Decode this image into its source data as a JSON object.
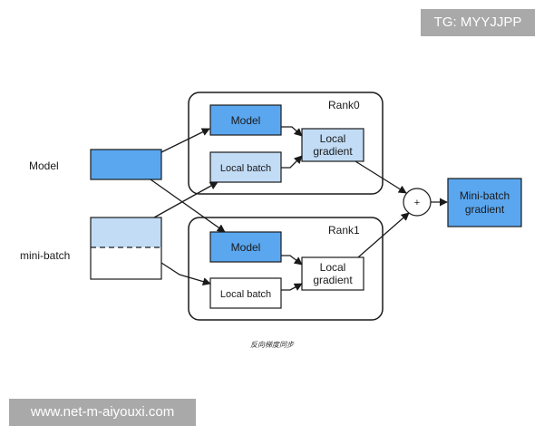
{
  "watermarks": {
    "top_right": "TG: MYYJJPP",
    "bottom_left": "www.net-m-aiyouxi.com"
  },
  "labels": {
    "model": "Model",
    "mini_batch": "mini-batch"
  },
  "rank0": {
    "title": "Rank0",
    "model": "Model",
    "local_batch": "Local batch",
    "gradient_line1": "Local",
    "gradient_line2": "gradient"
  },
  "rank1": {
    "title": "Rank1",
    "model": "Model",
    "local_batch": "Local batch",
    "gradient_line1": "Local",
    "gradient_line2": "gradient"
  },
  "sum_symbol": "+",
  "output": {
    "line1": "Mini-batch",
    "line2": "gradient"
  },
  "caption": "反向梯度同步",
  "colors": {
    "model_blue": "#5aa7f0",
    "light_blue": "#c2dcf6",
    "stroke": "#1a1a1a"
  }
}
